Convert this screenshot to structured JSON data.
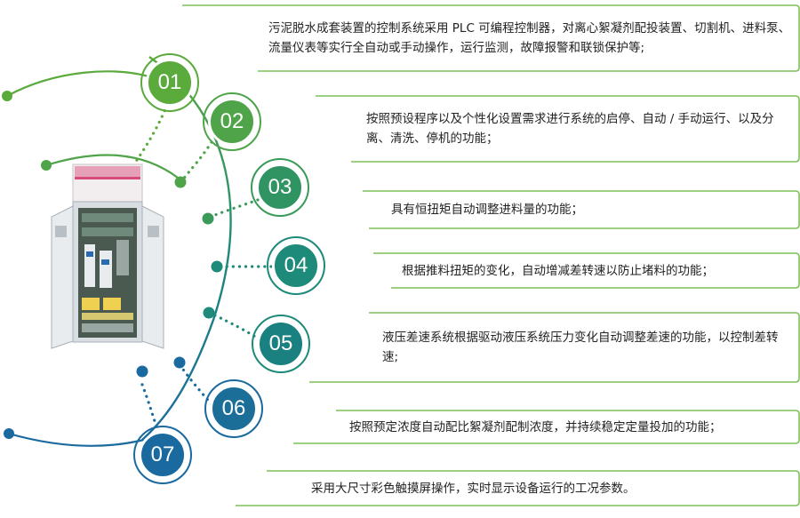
{
  "items": [
    {
      "num": "01",
      "text": "污泥脱水成套装置的控制系统采用 PLC 可编程控制器，对离心絮凝剂配投装置、切割机、进料泵、流量仪表等实行全自动或手动操作，运行监测，故障报警和联锁保护等;"
    },
    {
      "num": "02",
      "text": "按照预设程序以及个性化设置需求进行系统的启停、自动 / 手动运行、以及分离、清洗、停机的功能；"
    },
    {
      "num": "03",
      "text": "具有恒扭矩自动调整进料量的功能；"
    },
    {
      "num": "04",
      "text": "根据推料扭矩的变化，自动增减差转速以防止堵料的功能；"
    },
    {
      "num": "05",
      "text": "液压差速系统根据驱动液压系统压力变化自动调整差速的功能，以控制差转速;"
    },
    {
      "num": "06",
      "text": "按照预定浓度自动配比絮凝剂配制浓度，并持续稳定定量投加的功能；"
    },
    {
      "num": "07",
      "text": "采用大尺寸彩色触摸屏操作，实时显示设备运行的工况参数。"
    }
  ],
  "colors": {
    "green": "#5aaa3c",
    "teal": "#1e8a7a",
    "blue": "#1a6aa0",
    "box_border": "#7cc25a"
  }
}
